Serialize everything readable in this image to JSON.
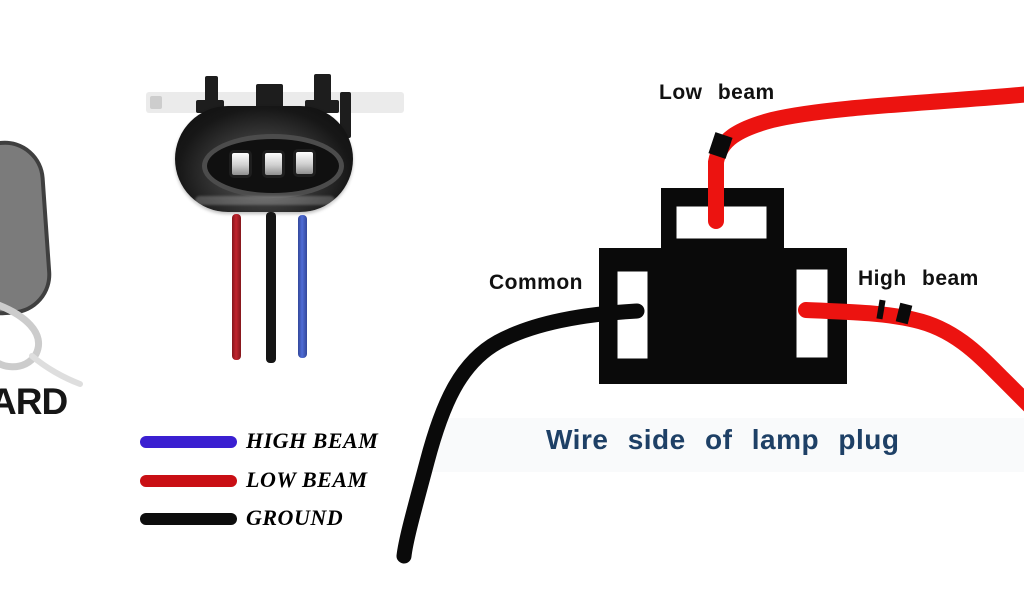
{
  "left_panel": {
    "partial_text": "ARD",
    "connector_photo": {
      "name": "3-pin-headlight-connector-photo",
      "pin_count": 3,
      "wire_colors": {
        "red": "#c2242e",
        "black": "#151515",
        "blue": "#4f6cd6"
      }
    },
    "legend": {
      "items": [
        {
          "label": "HIGH BEAM",
          "color": "#3a1fd1"
        },
        {
          "label": "LOW BEAM",
          "color": "#c90f14"
        },
        {
          "label": "GROUND",
          "color": "#0d0d0d"
        }
      ]
    }
  },
  "diagram": {
    "labels": {
      "low_beam": "Low beam",
      "common": "Common",
      "high_beam": "High beam"
    },
    "caption": "Wire side of lamp plug",
    "caption_color": "#1e4066",
    "plug_color": "#0a0a0a",
    "slot_color": "#ffffff",
    "wire_colors": {
      "low_beam": "#ec1310",
      "high_beam": "#ec1310",
      "common": "#0a0a0a",
      "band": "#0a0a0a"
    }
  }
}
